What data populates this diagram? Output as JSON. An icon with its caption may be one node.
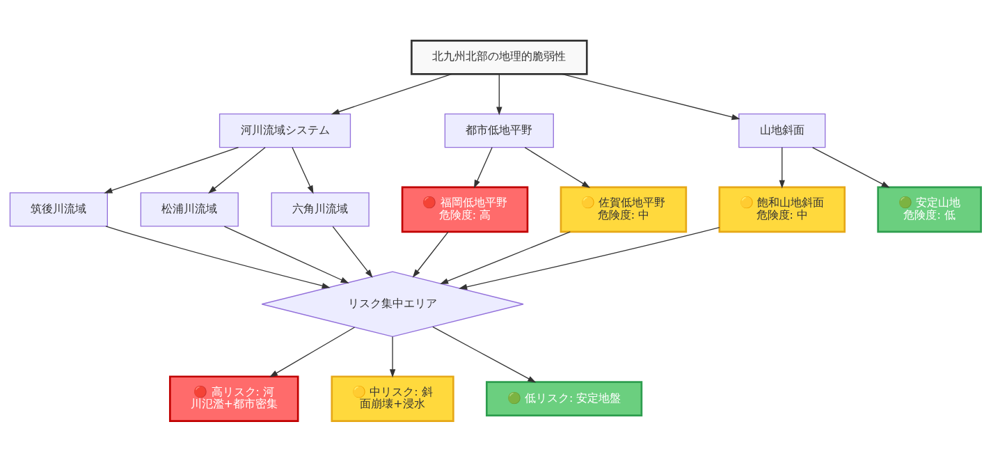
{
  "diagram": {
    "nodes": [
      {
        "text": [
          "北九州北部の地理的脆弱性"
        ]
      },
      {
        "text": [
          "河川流域システム"
        ]
      },
      {
        "text": [
          "都市低地平野"
        ]
      },
      {
        "text": [
          "山地斜面"
        ]
      },
      {
        "text": [
          "筑後川流域"
        ]
      },
      {
        "text": [
          "松浦川流域"
        ]
      },
      {
        "text": [
          "六角川流域"
        ]
      },
      {
        "text": [
          "🔴 福岡低地平野",
          "危険度: 高"
        ]
      },
      {
        "text": [
          "🟡 佐賀低地平野",
          "危険度: 中"
        ]
      },
      {
        "text": [
          "🟡 飽和山地斜面",
          "危険度: 中"
        ]
      },
      {
        "text": [
          "🟢 安定山地",
          "危険度: 低"
        ]
      },
      {
        "text": [
          "リスク集中エリア"
        ]
      },
      {
        "text": [
          "🔴 高リスク: 河川氾濫+都市密集"
        ]
      },
      {
        "text": [
          "🟡 中リスク: 斜面崩壊+浸水"
        ]
      },
      {
        "text": [
          "🟢 低リスク: 安定地盤"
        ]
      }
    ],
    "edges": [
      {
        "from": 0,
        "to": 1,
        "arrow": "to"
      },
      {
        "from": 0,
        "to": 2,
        "arrow": "to"
      },
      {
        "from": 0,
        "to": 3,
        "arrow": "to"
      },
      {
        "from": 1,
        "to": 4,
        "arrow": "to"
      },
      {
        "from": 1,
        "to": 5,
        "arrow": "to"
      },
      {
        "from": 1,
        "to": 6,
        "arrow": "to"
      },
      {
        "from": 2,
        "to": 7,
        "arrow": "to"
      },
      {
        "from": 2,
        "to": 8,
        "arrow": "to"
      },
      {
        "from": 3,
        "to": 9,
        "arrow": "to"
      },
      {
        "from": 3,
        "to": 10,
        "arrow": "to"
      },
      {
        "from": 4,
        "to": 11,
        "arrow": "to"
      },
      {
        "from": 5,
        "to": 11,
        "arrow": "to"
      },
      {
        "from": 6,
        "to": 11,
        "arrow": "to"
      },
      {
        "from": 7,
        "to": 11,
        "arrow": "to"
      },
      {
        "from": 8,
        "to": 11,
        "arrow": "to"
      },
      {
        "from": 9,
        "to": 11,
        "arrow": "to"
      },
      {
        "from": 11,
        "to": 12,
        "arrow": "to"
      },
      {
        "from": 11,
        "to": 13,
        "arrow": "to"
      },
      {
        "from": 11,
        "to": 14,
        "arrow": "to"
      }
    ]
  }
}
